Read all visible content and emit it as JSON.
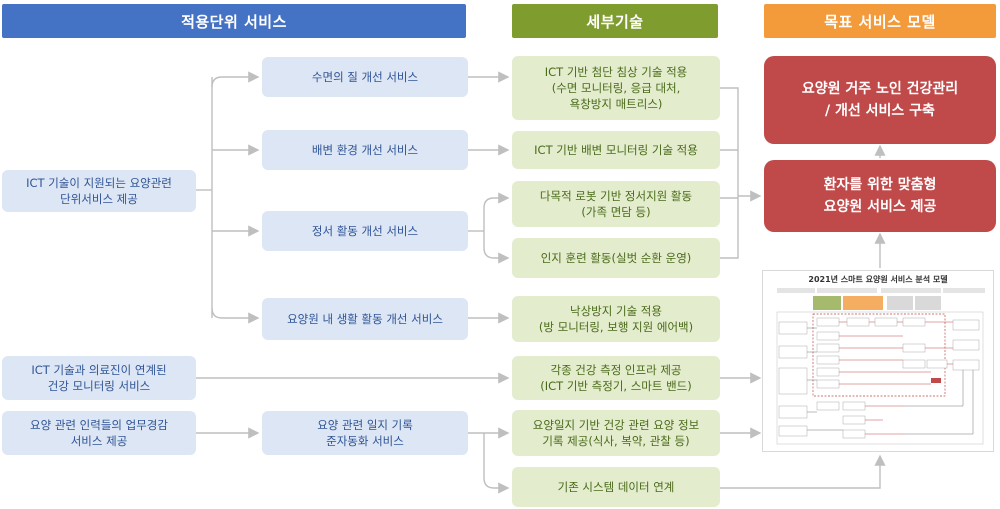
{
  "headers": {
    "col1": "적용단위 서비스",
    "col2": "세부기술",
    "col3": "목표 서비스 모델"
  },
  "colors": {
    "blue_header": "#4472c4",
    "green_header": "#7f9c2e",
    "orange_header": "#f39a3a",
    "red_box": "#c0494a",
    "blue_box": "#dde6f4",
    "green_box": "#e3eccc",
    "connector": "#bfbfbf"
  },
  "left_services": {
    "ict_unit": "ICT 기술이 지원되는 요양관련\n단위서비스 제공",
    "ict_medical": "ICT 기술과 의료진이 연계된\n건강 모니터링 서비스",
    "staff": "요양 관련 인력들의 업무경감\n서비스 제공"
  },
  "mid_services": {
    "sleep": "수면의 질 개선 서비스",
    "excretion": "배변 환경 개선 서비스",
    "emotion": "정서 활동 개선 서비스",
    "daily": "요양원 내 생활 활동 개선 서비스",
    "record": "요양 관련 일지 기록\n준자동화 서비스"
  },
  "techs": {
    "t1": "ICT 기반 첨단 침상 기술 적용\n(수면 모니터링, 응급 대처,\n욕창방지 매트리스)",
    "t2": "ICT 기반 배변 모니터링 기술 적용",
    "t3": "다목적 로봇 기반 정서지원 활동\n(가족 면담 등)",
    "t4": "인지 훈련 활동(실벗 순환 운영)",
    "t5": "낙상방지 기술 적용\n(방 모니터링, 보행 지원 에어백)",
    "t6": "각종 건강 측정 인프라 제공\n(ICT 기반 측정기, 스마트 밴드)",
    "t7": "요양일지 기반 건강 관련 요양 정보\n기록 제공(식사, 복약, 관찰 등)",
    "t8": "기존 시스템 데이터 연계"
  },
  "targets": {
    "goal1": "요양원 거주 노인 건강관리\n/ 개선 서비스 구축",
    "goal2": "환자를 위한 맞춤형\n요양원 서비스 제공"
  },
  "thumbnail": {
    "title": "2021년 스마트 요양원 서비스 분석 모델"
  }
}
